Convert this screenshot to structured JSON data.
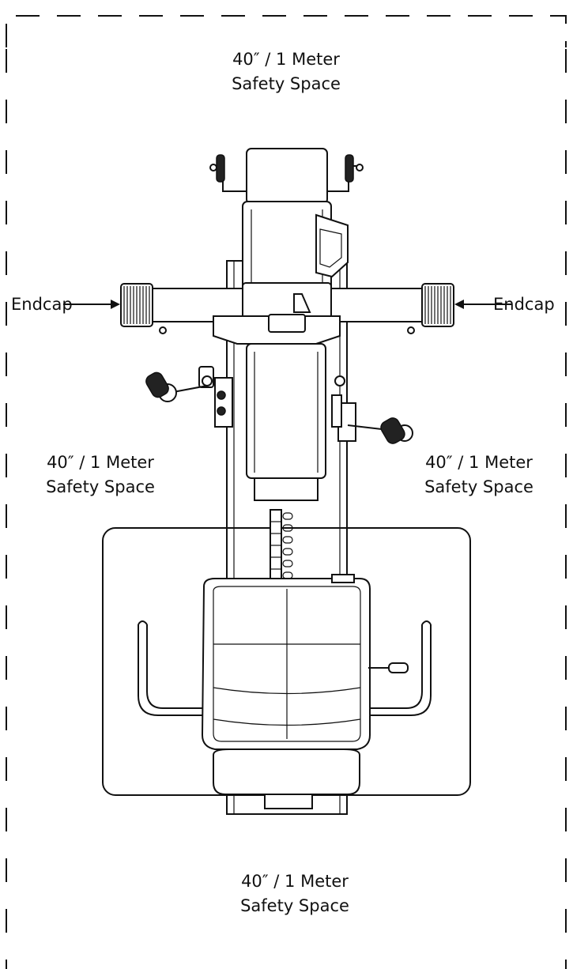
{
  "safety_space": {
    "top": {
      "line1": "40″ / 1 Meter",
      "line2": "Safety Space"
    },
    "left": {
      "line1": "40″ / 1 Meter",
      "line2": "Safety Space"
    },
    "right": {
      "line1": "40″ / 1 Meter",
      "line2": "Safety Space"
    },
    "bottom": {
      "line1": "40″ / 1 Meter",
      "line2": "Safety Space"
    }
  },
  "callouts": {
    "left_endcap": "Endcap",
    "right_endcap": "Endcap"
  },
  "colors": {
    "line": "#111111",
    "background": "#ffffff"
  }
}
